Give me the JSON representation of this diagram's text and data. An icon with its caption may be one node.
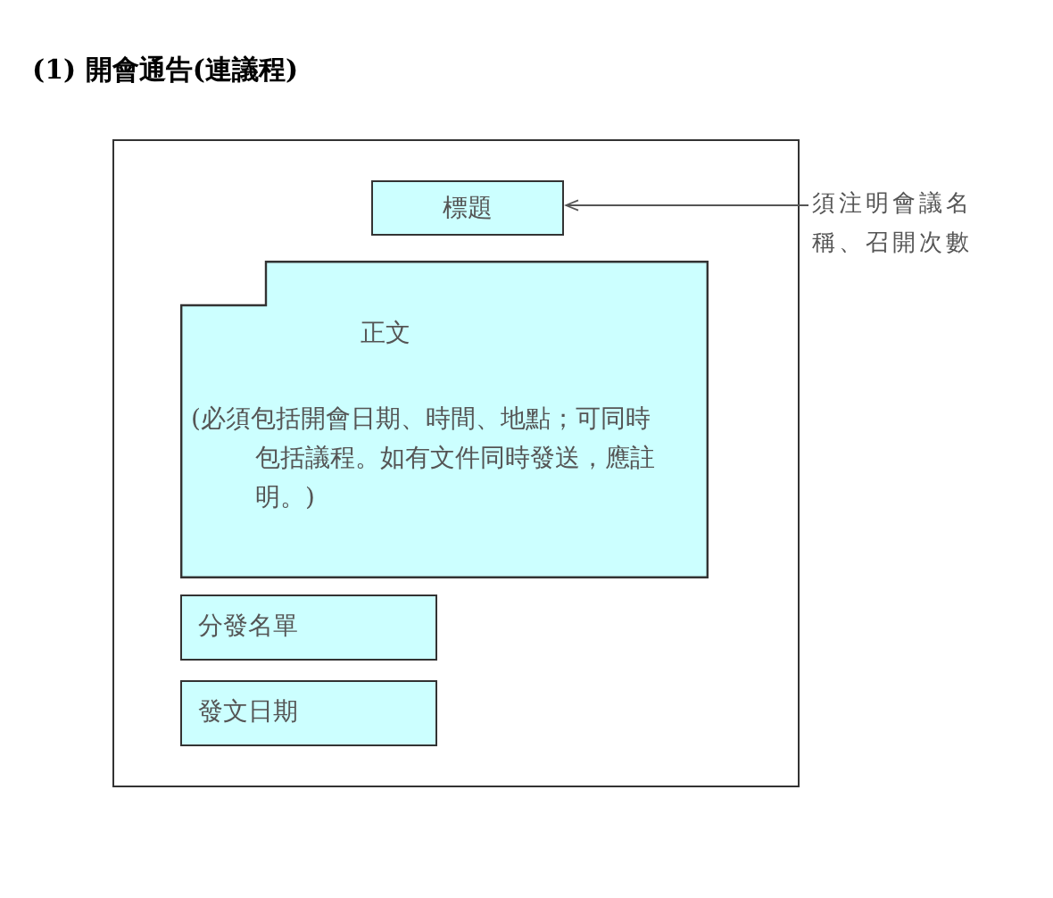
{
  "diagram": {
    "title": "(1) 開會通告(連議程)",
    "nodes": [
      {
        "text": [],
        "shape": "box"
      },
      {
        "text": [
          "標題"
        ],
        "in": 0
      },
      {
        "text": [
          "正文",
          "(必須包括開會日期、時間、地點；可同時包括議程。如有文件同時發送，應註明。)"
        ],
        "in": 0
      },
      {
        "text": [
          "分發名單"
        ],
        "in": 0
      },
      {
        "text": [
          "發文日期"
        ],
        "in": 0
      },
      {
        "text": [
          "須注明會議名稱、召開次數"
        ]
      }
    ],
    "edges": [
      {
        "from": 5,
        "to": 1,
        "arrow": "to"
      }
    ]
  }
}
